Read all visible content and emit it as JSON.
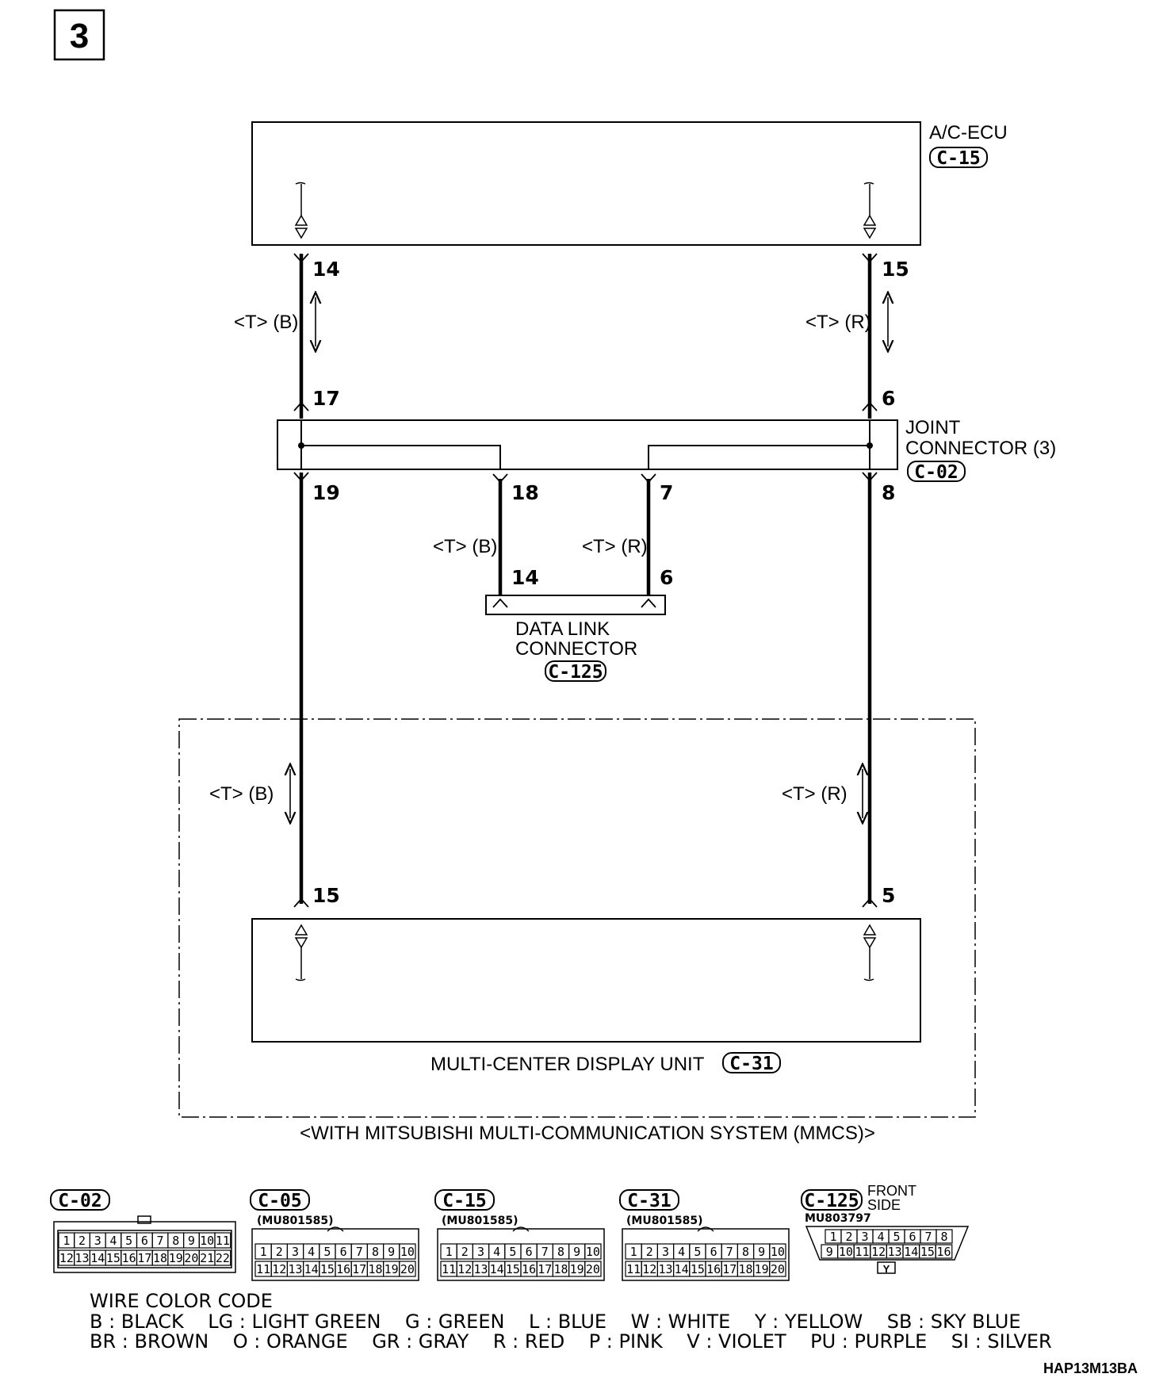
{
  "page_number": "3",
  "components": {
    "ac_ecu": {
      "name": "A/C-ECU",
      "connector": "C-15"
    },
    "joint_connector": {
      "name_line1": "JOINT",
      "name_line2": "CONNECTOR (3)",
      "connector": "C-02"
    },
    "data_link_connector": {
      "name_line1": "DATA LINK",
      "name_line2": "CONNECTOR",
      "connector": "C-125"
    },
    "multi_center_display": {
      "name": "MULTI-CENTER DISPLAY UNIT",
      "connector": "C-31"
    }
  },
  "mmcs_note": "<WITH MITSUBISHI MULTI-COMMUNICATION SYSTEM (MMCS)>",
  "pins": {
    "ecu_left": "14",
    "ecu_right": "15",
    "jc_top_left": "17",
    "jc_top_right": "6",
    "jc_bot_left": "19",
    "jc_bot_mid_left": "18",
    "jc_bot_mid_right": "7",
    "jc_bot_right": "8",
    "dlc_left": "14",
    "dlc_right": "6",
    "mcd_left": "15",
    "mcd_right": "5"
  },
  "wire_labels": {
    "upper_left": "<T> (B)",
    "upper_right": "<T> (R)",
    "mid_left": "<T> (B)",
    "mid_right": "<T> (R)",
    "lower_left": "<T> (B)",
    "lower_right": "<T> (R)"
  },
  "connector_views": [
    {
      "id": "C-02",
      "part": "",
      "row1": [
        "1",
        "2",
        "3",
        "4",
        "5",
        "6",
        "7",
        "8",
        "9",
        "10",
        "11"
      ],
      "row2": [
        "12",
        "13",
        "14",
        "15",
        "16",
        "17",
        "18",
        "19",
        "20",
        "21",
        "22"
      ]
    },
    {
      "id": "C-05",
      "part": "(MU801585)",
      "row1": [
        "1",
        "2",
        "3",
        "4",
        "5",
        "6",
        "7",
        "8",
        "9",
        "10"
      ],
      "row2": [
        "11",
        "12",
        "13",
        "14",
        "15",
        "16",
        "17",
        "18",
        "19",
        "20"
      ]
    },
    {
      "id": "C-15",
      "part": "(MU801585)",
      "row1": [
        "1",
        "2",
        "3",
        "4",
        "5",
        "6",
        "7",
        "8",
        "9",
        "10"
      ],
      "row2": [
        "11",
        "12",
        "13",
        "14",
        "15",
        "16",
        "17",
        "18",
        "19",
        "20"
      ]
    },
    {
      "id": "C-31",
      "part": "(MU801585)",
      "row1": [
        "1",
        "2",
        "3",
        "4",
        "5",
        "6",
        "7",
        "8",
        "9",
        "10"
      ],
      "row2": [
        "11",
        "12",
        "13",
        "14",
        "15",
        "16",
        "17",
        "18",
        "19",
        "20"
      ]
    },
    {
      "id": "C-125",
      "part": "MU803797",
      "side_line1": "FRONT",
      "side_line2": "SIDE",
      "key_color": "Y",
      "row1": [
        "1",
        "2",
        "3",
        "4",
        "5",
        "6",
        "7",
        "8"
      ],
      "row2": [
        "9",
        "10",
        "11",
        "12",
        "13",
        "14",
        "15",
        "16"
      ]
    }
  ],
  "wire_color_code": {
    "title": "WIRE COLOR CODE",
    "line1": "B : BLACK    LG : LIGHT GREEN    G : GREEN    L : BLUE    W : WHITE    Y : YELLOW    SB : SKY BLUE",
    "line2": "BR : BROWN    O : ORANGE    GR : GRAY    R : RED    P : PINK    V : VIOLET    PU : PURPLE    SI : SILVER"
  },
  "figure_code": "HAP13M13BA"
}
